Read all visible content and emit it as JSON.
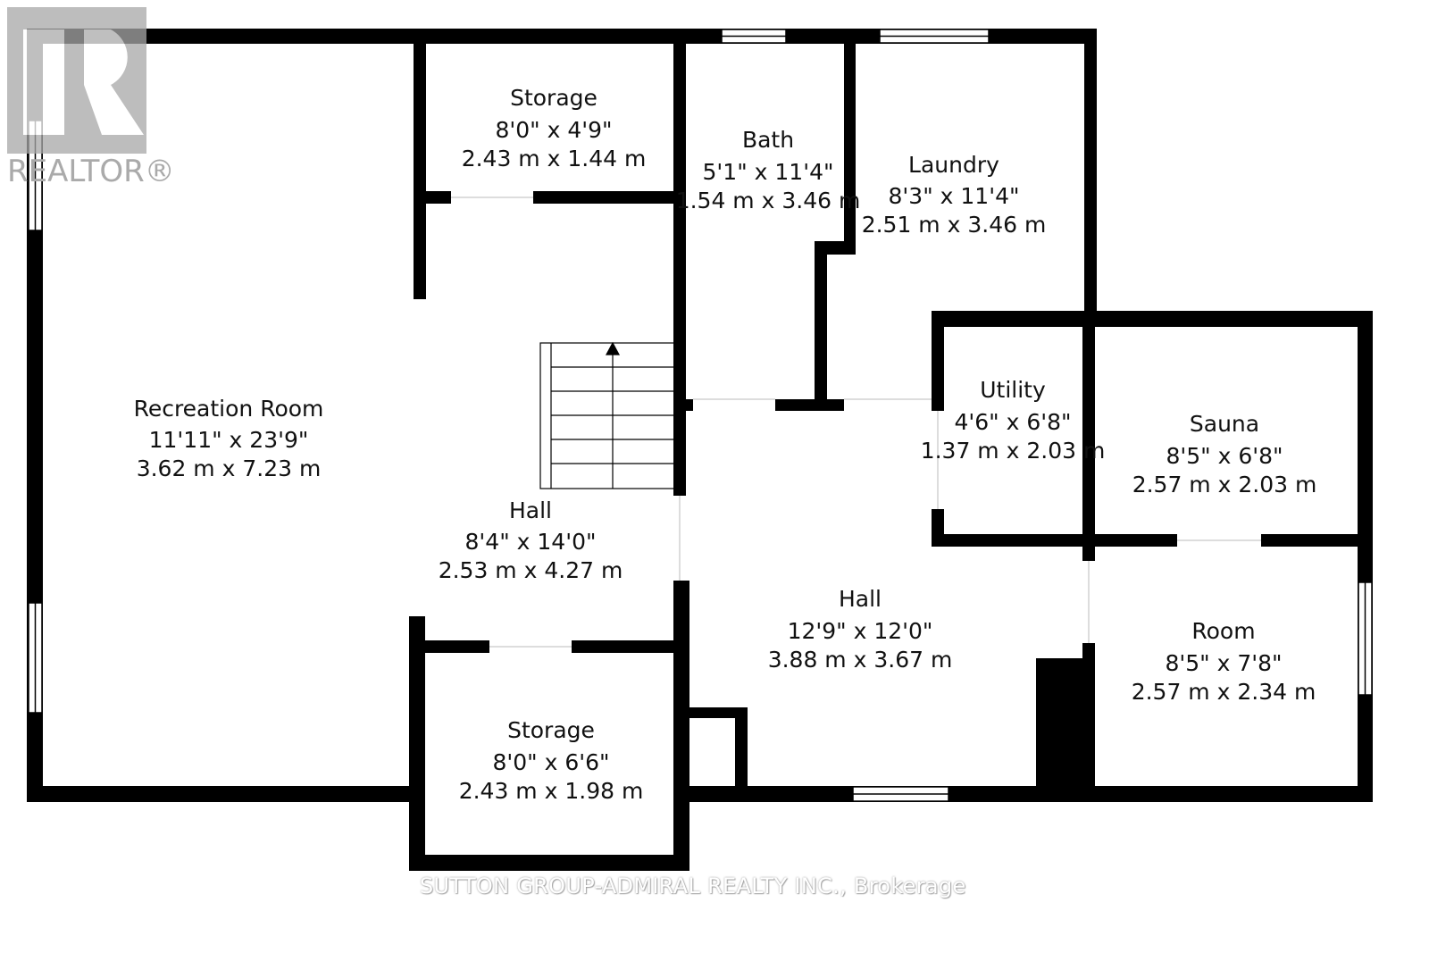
{
  "rooms": [
    {
      "name": "Recreation Room",
      "imperial": "11'11\" x 23'9\"",
      "metric": "3.62 m x 7.23 m"
    },
    {
      "name": "Storage",
      "imperial": "8'0\" x 4'9\"",
      "metric": "2.43 m x 1.44 m"
    },
    {
      "name": "Bath",
      "imperial": "5'1\" x 11'4\"",
      "metric": "1.54 m x 3.46 m"
    },
    {
      "name": "Laundry",
      "imperial": "8'3\" x 11'4\"",
      "metric": "2.51 m x 3.46 m"
    },
    {
      "name": "Hall",
      "imperial": "8'4\" x 14'0\"",
      "metric": "2.53 m x 4.27 m"
    },
    {
      "name": "Utility",
      "imperial": "4'6\" x 6'8\"",
      "metric": "1.37 m x 2.03 m"
    },
    {
      "name": "Sauna",
      "imperial": "8'5\" x 6'8\"",
      "metric": "2.57 m x 2.03 m"
    },
    {
      "name": "Hall",
      "imperial": "12'9\" x 12'0\"",
      "metric": "3.88 m x 3.67 m"
    },
    {
      "name": "Room",
      "imperial": "8'5\" x 7'8\"",
      "metric": "2.57 m x 2.34 m"
    },
    {
      "name": "Storage",
      "imperial": "8'0\" x 6'6\"",
      "metric": "2.43 m x 1.98 m"
    }
  ],
  "logo": {
    "text": "REALTOR®"
  },
  "watermark": "SUTTON GROUP-ADMIRAL REALTY INC., Brokerage"
}
